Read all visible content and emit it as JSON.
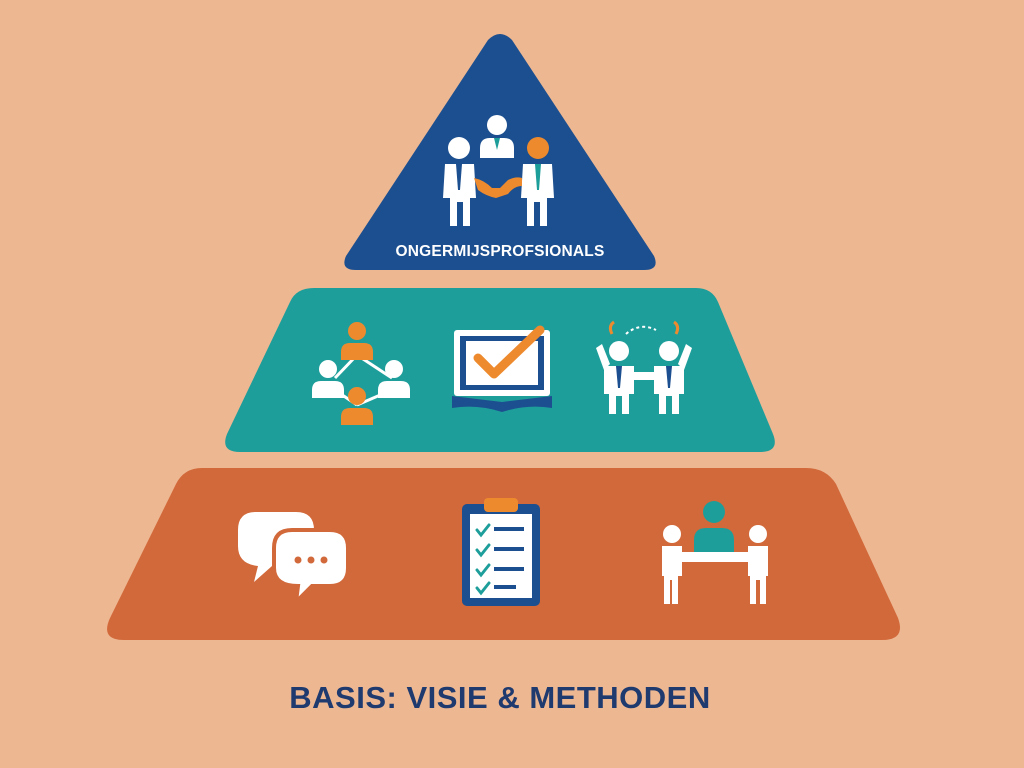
{
  "diagram": {
    "type": "pyramid",
    "levels": [
      {
        "label": "ONGERMIJSPROFSIONALS",
        "color": "#1C4F8F",
        "icons": [
          "handshake-people-icon"
        ]
      },
      {
        "label": "",
        "color": "#1E9E9A",
        "icons": [
          "team-network-icon",
          "checked-book-icon",
          "collaborating-people-icon"
        ]
      },
      {
        "label": "",
        "color": "#D2693A",
        "icons": [
          "chat-bubbles-icon",
          "checklist-clipboard-icon",
          "team-meeting-icon"
        ]
      }
    ],
    "caption": "BASIS: VISIE & METHODEN"
  },
  "colors": {
    "background": "#EDB792",
    "navy": "#1C4F8F",
    "teal": "#1E9E9A",
    "orange": "#D2693A",
    "accent_orange": "#EE8A2E",
    "caption_text": "#1E3A6E"
  }
}
